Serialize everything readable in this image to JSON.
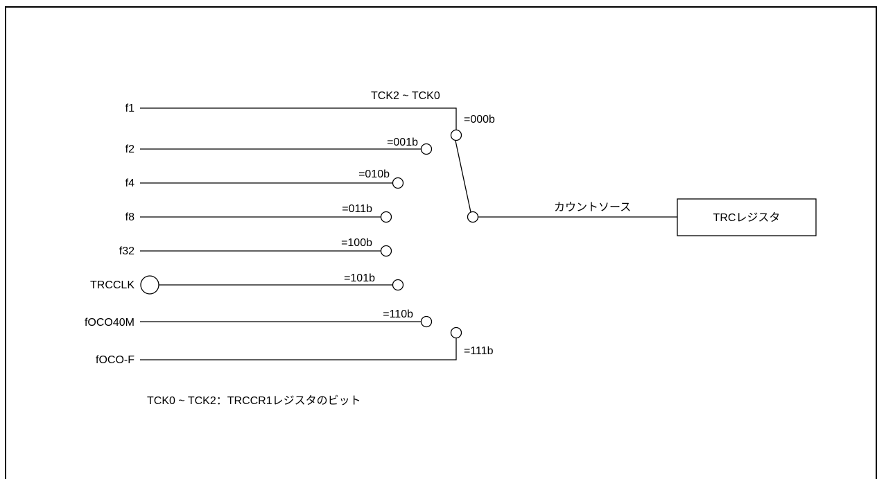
{
  "selector": {
    "label": "TCK2 ~ TCK0",
    "inputs": [
      {
        "name": "f1",
        "code": "=000b"
      },
      {
        "name": "f2",
        "code": "=001b"
      },
      {
        "name": "f4",
        "code": "=010b"
      },
      {
        "name": "f8",
        "code": "=011b"
      },
      {
        "name": "f32",
        "code": "=100b"
      },
      {
        "name": "TRCCLK",
        "code": "=101b"
      },
      {
        "name": "fOCO40M",
        "code": "=110b"
      },
      {
        "name": "fOCO-F",
        "code": "=111b"
      }
    ]
  },
  "output": {
    "signal_label": "カウントソース",
    "register_label": "TRCレジスタ"
  },
  "note": "TCK0 ~ TCK2：TRCCR1レジスタのビット"
}
